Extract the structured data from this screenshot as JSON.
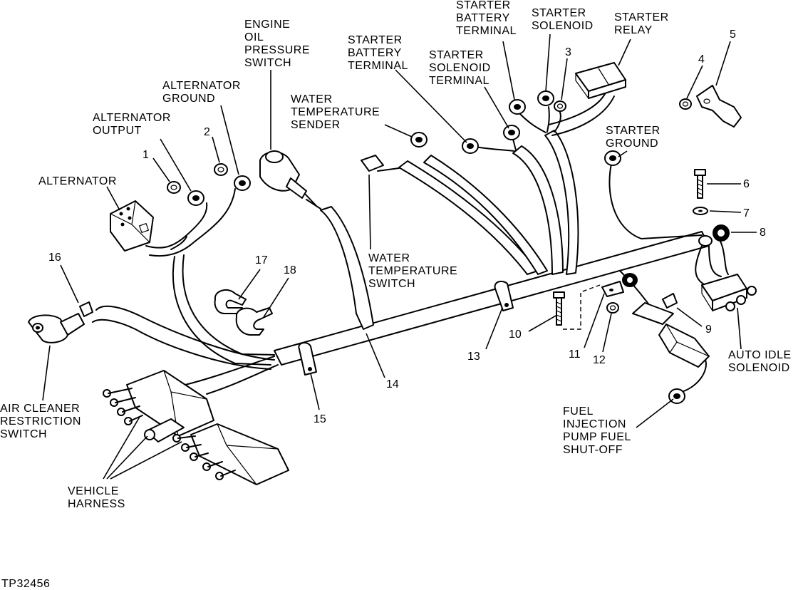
{
  "labels": {
    "engine_oil_pressure_switch": [
      "ENGINE",
      "OIL",
      "PRESSURE",
      "SWITCH"
    ],
    "alternator_ground": [
      "ALTERNATOR",
      "GROUND"
    ],
    "alternator_output": [
      "ALTERNATOR",
      "OUTPUT"
    ],
    "alternator": [
      "ALTERNATOR"
    ],
    "water_temperature_sender": [
      "WATER",
      "TEMPERATURE",
      "SENDER"
    ],
    "starter_battery_terminal_1": [
      "STARTER",
      "BATTERY",
      "TERMINAL"
    ],
    "starter_solenoid_terminal": [
      "STARTER",
      "SOLENOID",
      "TERMINAL"
    ],
    "starter_battery_terminal_2": [
      "STARTER",
      "BATTERY",
      "TERMINAL"
    ],
    "starter_solenoid": [
      "STARTER",
      "SOLENOID"
    ],
    "starter_relay": [
      "STARTER",
      "RELAY"
    ],
    "starter_ground": [
      "STARTER",
      "GROUND"
    ],
    "water_temperature_switch": [
      "WATER",
      "TEMPERATURE",
      "SWITCH"
    ],
    "auto_idle_solenoid": [
      "AUTO IDLE",
      "SOLENOID"
    ],
    "fuel_injection_pump_fuel_shutoff": [
      "FUEL",
      "INJECTION",
      "PUMP FUEL",
      "SHUT-OFF"
    ],
    "air_cleaner_restriction_switch": [
      "AIR CLEANER",
      "RESTRICTION",
      "SWITCH"
    ],
    "vehicle_harness": [
      "VEHICLE",
      "HARNESS"
    ]
  },
  "callouts": {
    "n1": "1",
    "n2": "2",
    "n3": "3",
    "n4": "4",
    "n5": "5",
    "n6": "6",
    "n7": "7",
    "n8": "8",
    "n9": "9",
    "n10": "10",
    "n11": "11",
    "n12": "12",
    "n13": "13",
    "n14": "14",
    "n15": "15",
    "n16": "16",
    "n17": "17",
    "n18": "18"
  },
  "figure_id": "TP32456"
}
